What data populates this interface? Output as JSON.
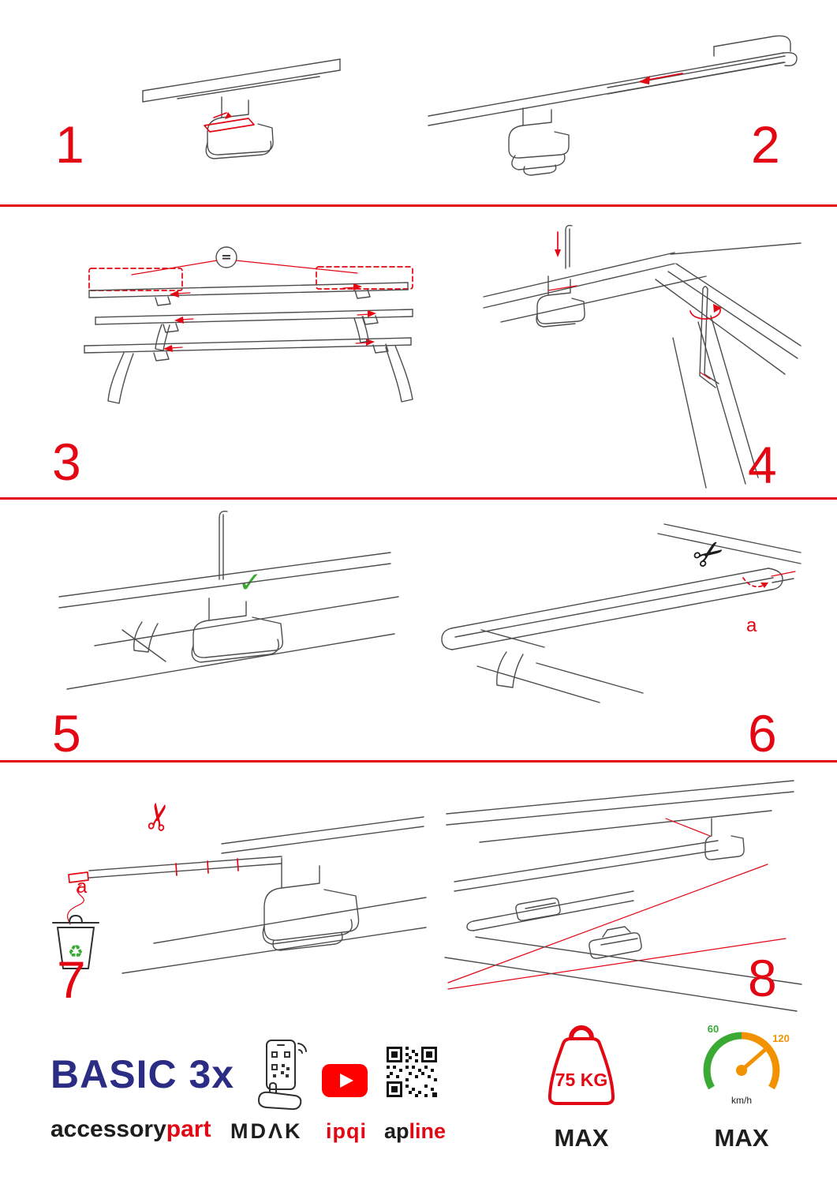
{
  "colors": {
    "accent_red": "#e30613",
    "brand_blue": "#2b2c83",
    "green": "#3aaa35",
    "orange": "#f39200",
    "youtube_red": "#ff0000"
  },
  "icons": {
    "scissors": "✂",
    "check": "✓",
    "recycle": "♻"
  },
  "steps": [
    {
      "number": "1"
    },
    {
      "number": "2"
    },
    {
      "number": "3",
      "equal_label": "="
    },
    {
      "number": "4"
    },
    {
      "number": "5"
    },
    {
      "number": "6",
      "part_label": "a"
    },
    {
      "number": "7",
      "part_label": "a"
    },
    {
      "number": "8"
    }
  ],
  "footer": {
    "product_name": "BASIC 3x",
    "brand_black": "accessory",
    "brand_red": "part",
    "mdak_label": "MDΛK",
    "ipqi_label": "ipqi",
    "apline_black": "ap",
    "apline_red": "line",
    "weight_value": "75 KG",
    "weight_max": "MAX",
    "speed_low": "60",
    "speed_high": "120",
    "speed_unit": "km/h",
    "speed_max": "MAX"
  }
}
